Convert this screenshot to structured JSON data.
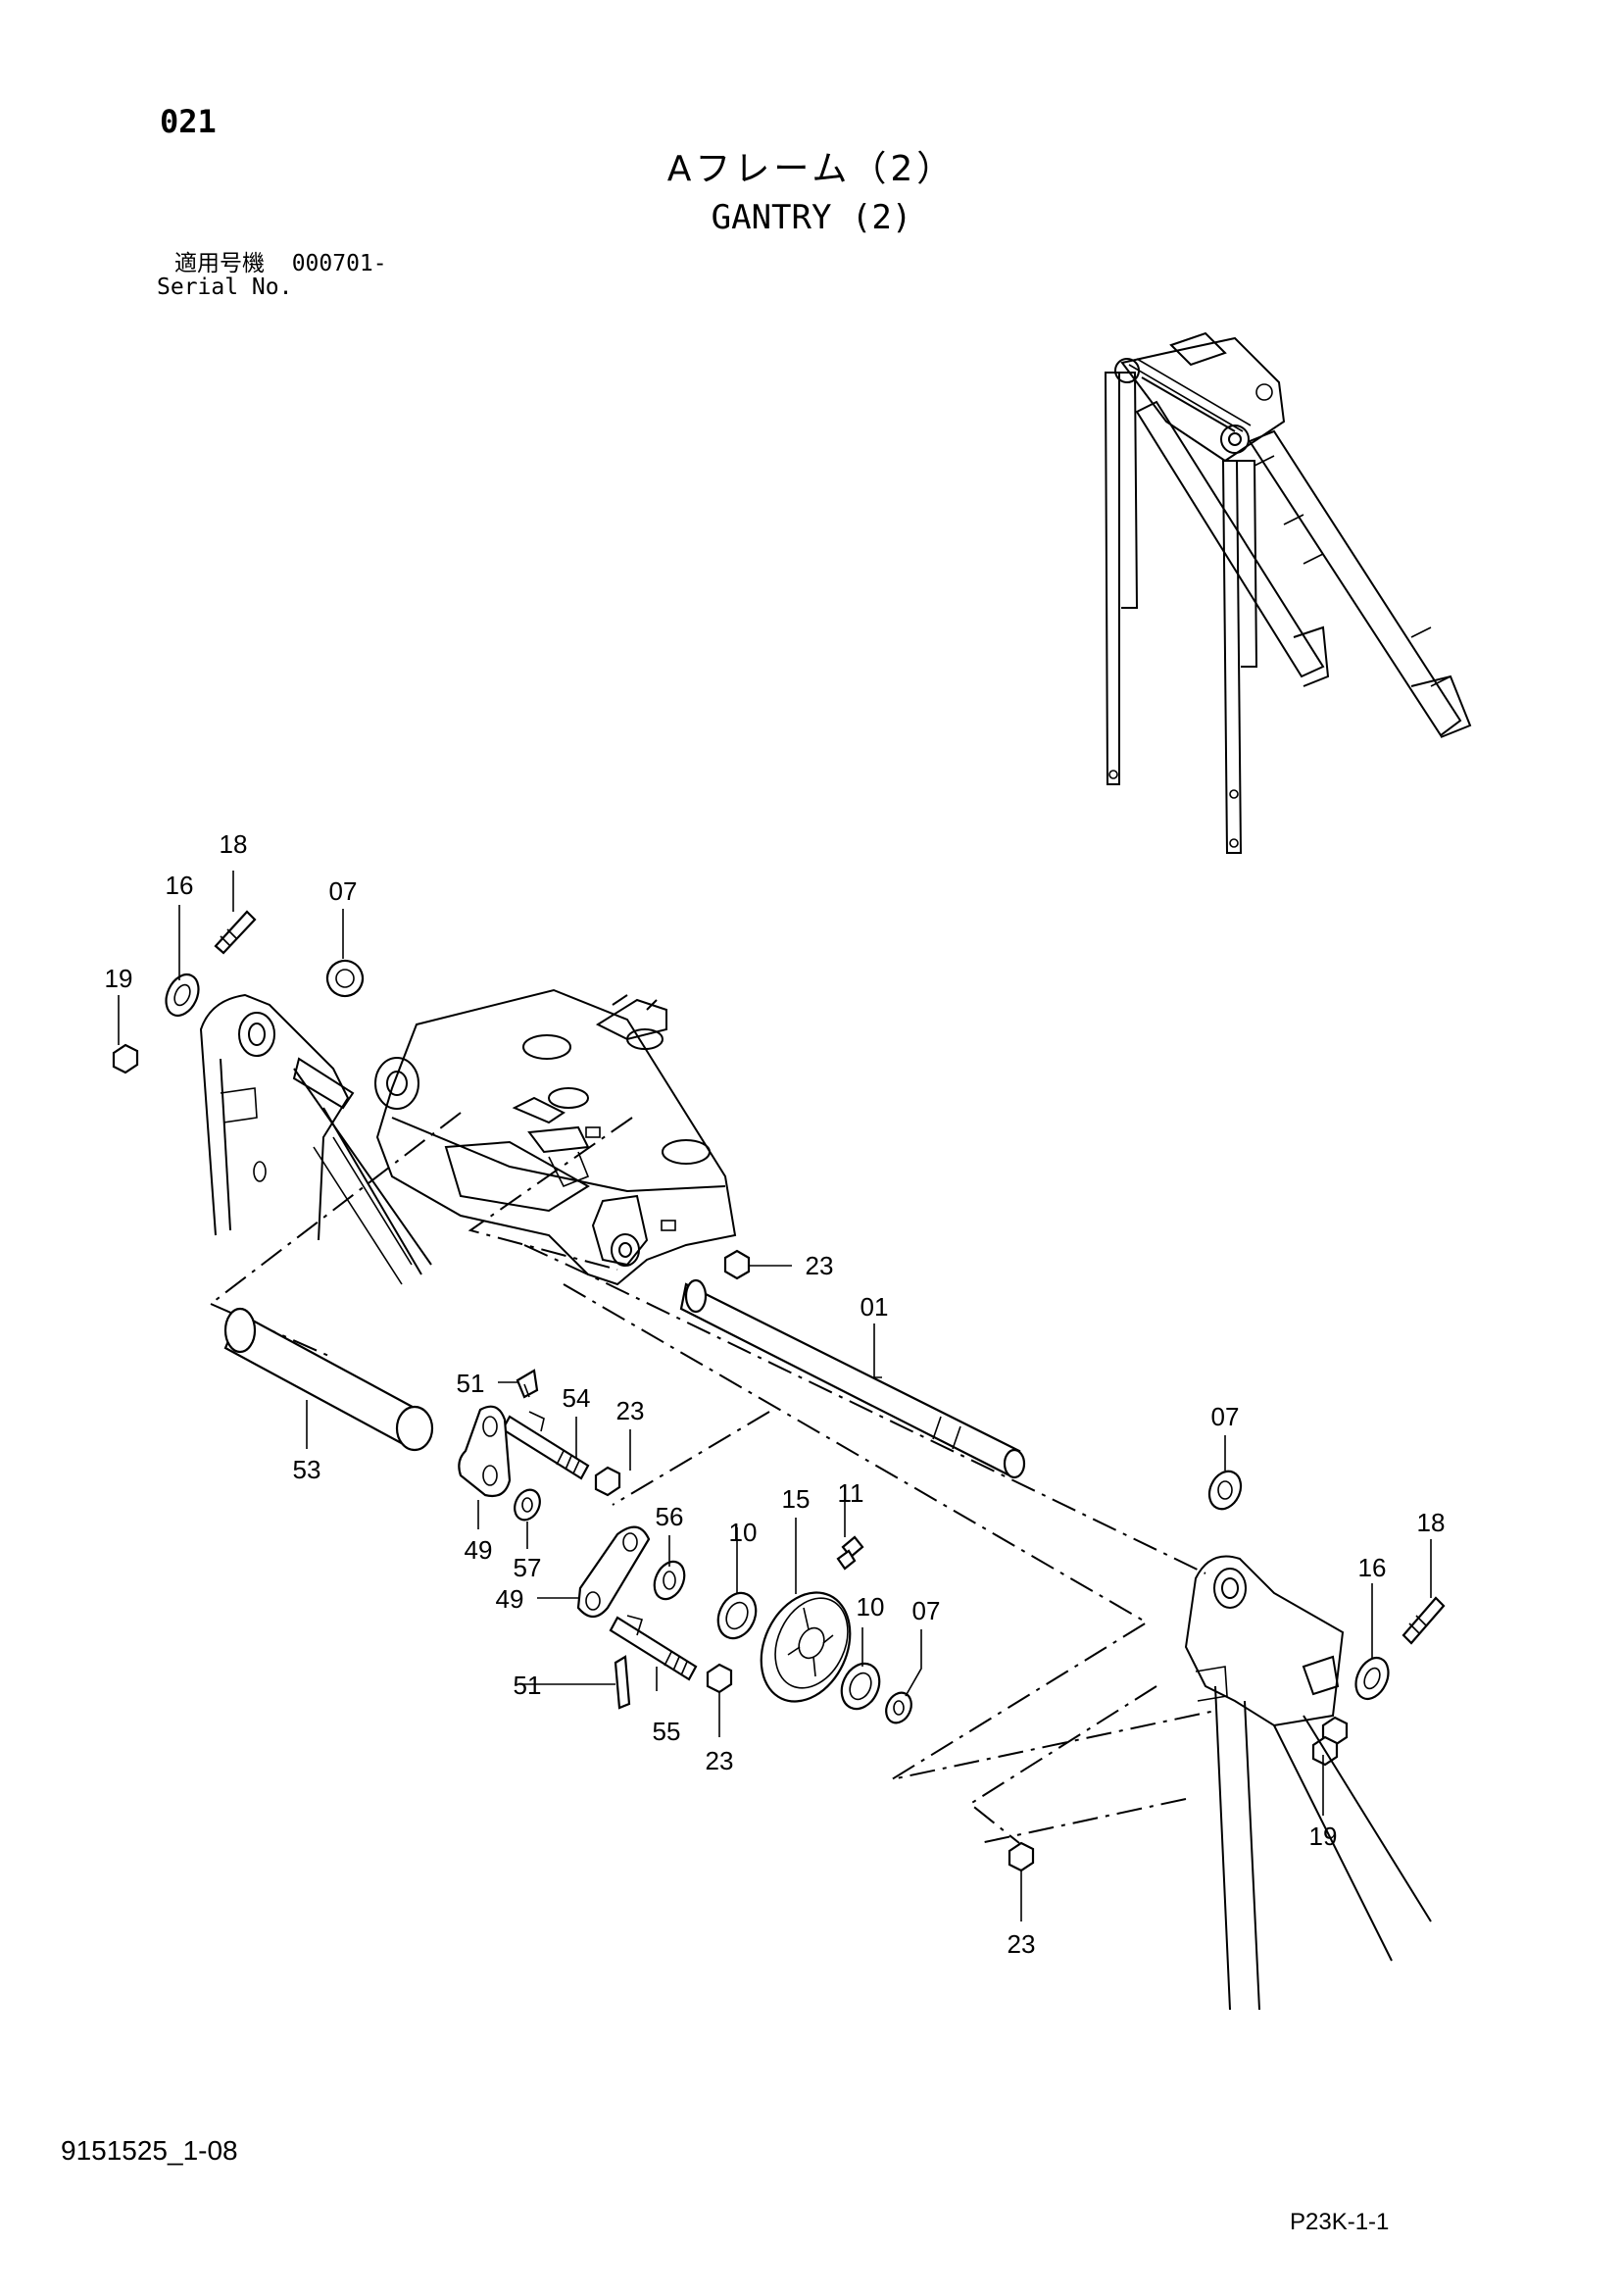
{
  "header": {
    "page_number": "021",
    "title_jp": "Aフレーム（2）",
    "title_en": "GANTRY (2)",
    "serial_label_jp": "適用号機  000701-",
    "serial_label_en": "Serial No."
  },
  "footer": {
    "doc_code": "9151525_1-08",
    "page_ref": "P23K-1-1"
  },
  "callouts": [
    {
      "id": "c18a",
      "text": "18"
    },
    {
      "id": "c16a",
      "text": "16"
    },
    {
      "id": "c07a",
      "text": "07"
    },
    {
      "id": "c19a",
      "text": "19"
    },
    {
      "id": "c23a",
      "text": "23"
    },
    {
      "id": "c01",
      "text": "01"
    },
    {
      "id": "c51a",
      "text": "51"
    },
    {
      "id": "c54",
      "text": "54"
    },
    {
      "id": "c23b",
      "text": "23"
    },
    {
      "id": "c53",
      "text": "53"
    },
    {
      "id": "c49a",
      "text": "49"
    },
    {
      "id": "c57",
      "text": "57"
    },
    {
      "id": "c56",
      "text": "56"
    },
    {
      "id": "c10a",
      "text": "10"
    },
    {
      "id": "c15",
      "text": "15"
    },
    {
      "id": "c11",
      "text": "11"
    },
    {
      "id": "c49b",
      "text": "49"
    },
    {
      "id": "c10b",
      "text": "10"
    },
    {
      "id": "c07b",
      "text": "07"
    },
    {
      "id": "c51b",
      "text": "51"
    },
    {
      "id": "c55",
      "text": "55"
    },
    {
      "id": "c23c",
      "text": "23"
    },
    {
      "id": "c07c",
      "text": "07"
    },
    {
      "id": "c18b",
      "text": "18"
    },
    {
      "id": "c16b",
      "text": "16"
    },
    {
      "id": "c19b",
      "text": "19"
    },
    {
      "id": "c23d",
      "text": "23"
    }
  ]
}
